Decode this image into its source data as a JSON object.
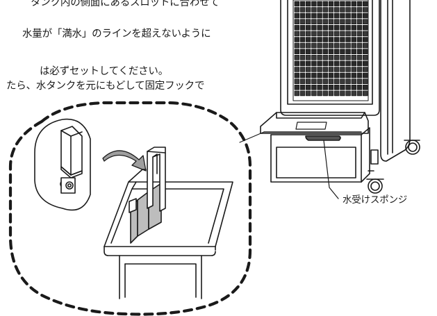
{
  "instructions": {
    "line1": "タンク内の側面にあるスロットに合わせて",
    "line2": "水量が「満水」のラインを超えないように",
    "line3": "は必ずセットしてください。",
    "line4": "たら、水タンクを元にもどして固定フックで"
  },
  "callout": {
    "label": "水受けスポンジ"
  },
  "colors": {
    "line": "#1a1a1a",
    "sponge": "#bdbdbd"
  }
}
